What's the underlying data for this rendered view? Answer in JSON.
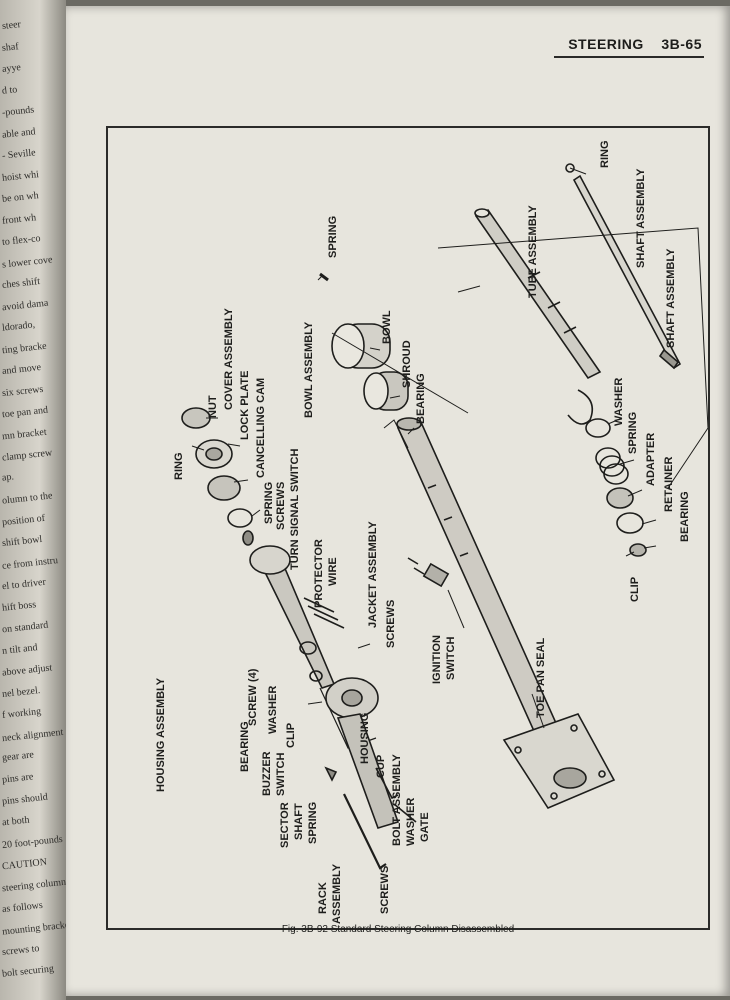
{
  "header": {
    "title": "STEERING",
    "page": "3B-65"
  },
  "caption": "Fig. 3B-92 Standard Steering Column Disassembled",
  "left_page_fragments": [
    "steer",
    "shaf",
    "ayye",
    "d to",
    "-pounds",
    "able and",
    "- Seville",
    "hoist whi",
    "be on wh",
    "front wh",
    "to flex-co",
    "s lower cove",
    "ches shift",
    "avoid dama",
    "ldorado,",
    "ting bracke",
    "and move",
    "six screws",
    "toe pan and",
    "mn bracket",
    "clamp screw",
    "ap.",
    "olumn to the",
    "position of",
    "shift bowl",
    "ce from instru",
    "el to driver",
    "hift boss",
    "on standard",
    "n tilt and",
    "above adjust",
    "nel bezel.",
    "f working",
    "neck alignment",
    "gear are",
    "pins are",
    "pins should",
    "at both",
    "20 foot-pounds",
    "CAUTION",
    "steering column",
    "as follows",
    "mounting bracket",
    "screws to",
    "bolt securing"
  ],
  "labels": {
    "nut": "NUT",
    "cover_assembly": "COVER ASSEMBLY",
    "lock_plate": "LOCK PLATE",
    "cancelling_cam": "CANCELLING CAM",
    "ring_left": "RING",
    "spring_left": "SPRING",
    "screws_top": "SCREWS",
    "turn_signal_switch": "TURN SIGNAL SWITCH",
    "protector_wire": "PROTECTOR",
    "wire": "WIRE",
    "bowl_assembly": "BOWL ASSEMBLY",
    "spring_top": "SPRING",
    "bowl": "BOWL",
    "shroud": "SHROUD",
    "bearing_mid": "BEARING",
    "jacket_assembly": "JACKET ASSEMBLY",
    "tube_assembly": "TUBE ASSEMBLY",
    "ring_right": "RING",
    "shaft_assembly_top": "SHAFT ASSEMBLY",
    "shaft_assembly": "SHAFT ASSEMBLY",
    "washer_right": "WASHER",
    "spring_right": "SPRING",
    "adapter": "ADAPTER",
    "retainer": "RETAINER",
    "bearing_right": "BEARING",
    "clip_right": "CLIP",
    "housing_assembly": "HOUSING ASSEMBLY",
    "screw_4": "SCREW (4)",
    "washer_left": "WASHER",
    "bearing_left": "BEARING",
    "buzzer_switch": "BUZZER",
    "switch": "SWITCH",
    "clip_left": "CLIP",
    "housing": "HOUSING",
    "screws_ignition": "SCREWS",
    "ignition_switch": "IGNITION",
    "switch2": "SWITCH",
    "toe_pan_seal": "TOE PAN SEAL",
    "cup": "CUP",
    "bolt_assembly": "BOLT ASSEMBLY",
    "washer_bottom": "WASHER",
    "gate": "GATE",
    "sector_shaft": "SECTOR",
    "shaft": "SHAFT",
    "spring_bottom": "SPRING",
    "rack_assembly": "RACK",
    "assembly": "ASSEMBLY",
    "screws_bottom": "SCREWS"
  }
}
